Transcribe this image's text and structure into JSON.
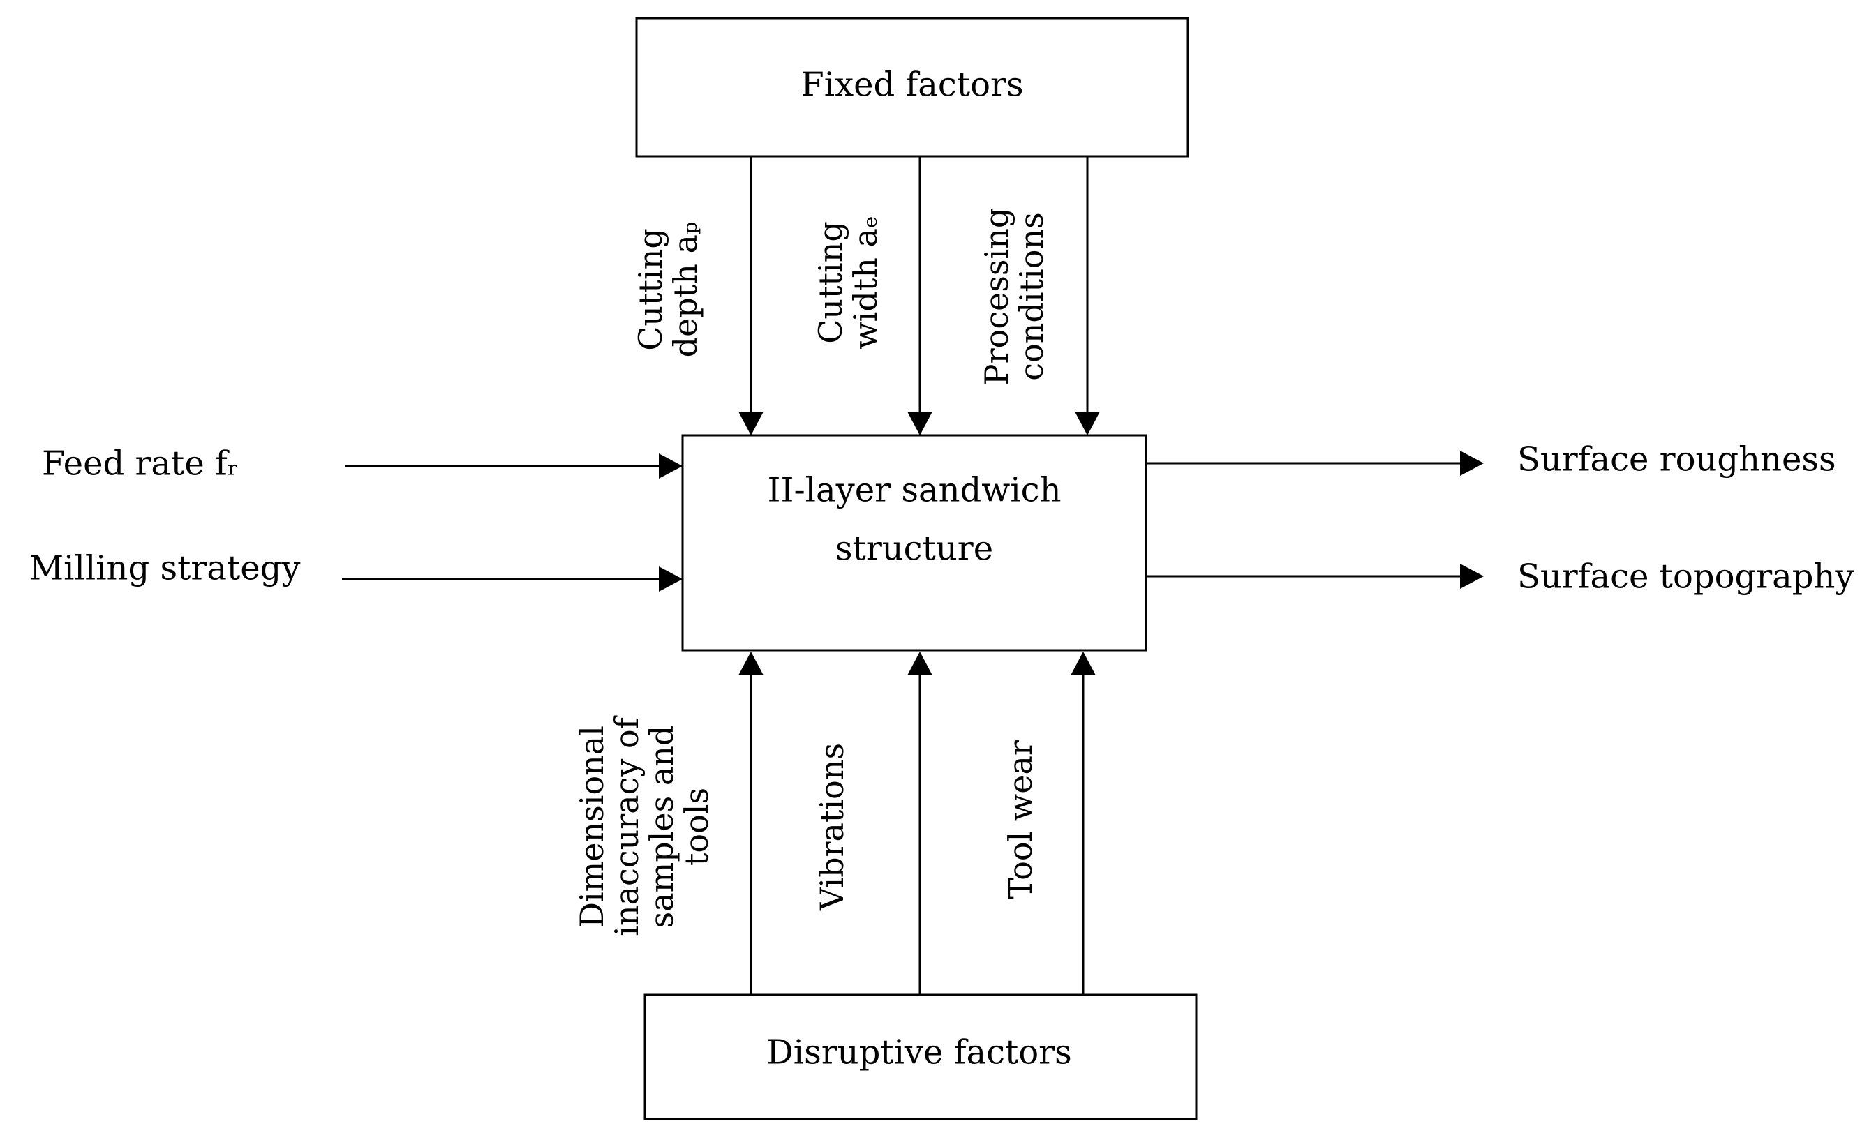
{
  "boxes": {
    "fixed": "Fixed factors",
    "center_line1": "II-layer sandwich",
    "center_line2": "structure",
    "disruptive": "Disruptive factors"
  },
  "top_inputs": [
    {
      "line1": "Cutting",
      "line2": "depth aₚ"
    },
    {
      "line1": "Cutting",
      "line2": "width aₑ"
    },
    {
      "line1": "Processing",
      "line2": "conditions"
    }
  ],
  "bottom_inputs": [
    {
      "line1": "Dimensional",
      "line2": "inaccuracy of",
      "line3": "samples and",
      "line4": "tools"
    },
    {
      "line1": "Vibrations"
    },
    {
      "line1": "Tool wear"
    }
  ],
  "left_inputs": [
    "Feed rate fᵣ",
    "Milling strategy"
  ],
  "outputs": [
    "Surface roughness",
    "Surface topography"
  ]
}
